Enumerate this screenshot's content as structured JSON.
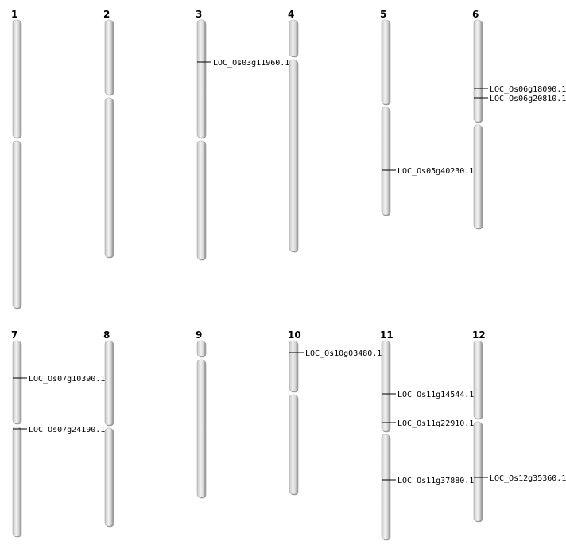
{
  "chromosomes": [
    {
      "label": "1",
      "length": 362,
      "centromere": 150,
      "genes": []
    },
    {
      "label": "2",
      "length": 298,
      "centromere": 96,
      "genes": []
    },
    {
      "label": "3",
      "length": 301,
      "centromere": 150,
      "genes": [
        {
          "name": "LOC_Os03g11960.1",
          "pos": 53
        }
      ]
    },
    {
      "label": "4",
      "length": 291,
      "centromere": 48,
      "genes": []
    },
    {
      "label": "5",
      "length": 245,
      "centromere": 108,
      "genes": [
        {
          "name": "LOC_Os05g40230.1",
          "pos": 189
        }
      ]
    },
    {
      "label": "6",
      "length": 262,
      "centromere": 130,
      "genes": [
        {
          "name": "LOC_Os06g18090.1",
          "pos": 86
        },
        {
          "name": "LOC_Os06g20810.1",
          "pos": 98
        }
      ]
    },
    {
      "label": "7",
      "length": 246,
      "centromere": 106,
      "genes": [
        {
          "name": "LOC_Os07g10390.1",
          "pos": 47
        },
        {
          "name": "LOC_Os07g24190.1",
          "pos": 111
        }
      ]
    },
    {
      "label": "8",
      "length": 233,
      "centromere": 108,
      "genes": []
    },
    {
      "label": "9",
      "length": 197,
      "centromere": 22,
      "genes": []
    },
    {
      "label": "10",
      "length": 193,
      "centromere": 66,
      "genes": [
        {
          "name": "LOC_Os10g03480.1",
          "pos": 15
        }
      ]
    },
    {
      "label": "11",
      "length": 250,
      "centromere": 116,
      "genes": [
        {
          "name": "LOC_Os11g14544.1",
          "pos": 67
        },
        {
          "name": "LOC_Os11g22910.1",
          "pos": 103
        },
        {
          "name": "LOC_Os11g37880.1",
          "pos": 175
        }
      ]
    },
    {
      "label": "12",
      "length": 227,
      "centromere": 100,
      "genes": [
        {
          "name": "LOC_Os12g35360.1",
          "pos": 172
        }
      ]
    }
  ]
}
